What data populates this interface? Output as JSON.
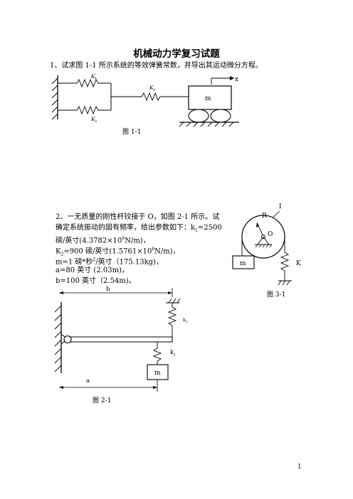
{
  "title": "机械动力学复习试题",
  "q1": {
    "text": "1、试求图 1-1 所示系统的等效弹簧常数，并导出其运动微分方程。",
    "fig_caption": "图 1-1",
    "label_k1": "K",
    "label_k1_sub": "1",
    "label_k2": "K",
    "label_k2_sub": "2",
    "label_k3": "K",
    "label_k3_sub": "3",
    "label_mass": "m",
    "label_x": "x"
  },
  "q2": {
    "lines": [
      "2、一无质量的刚性杆铰接于 O，如图 2-1 所示。试",
      "确定系统振动的固有频率，给出参数如下：k",
      "磅/英寸(4.3782×10",
      "K",
      "m=1 磅*秒",
      "a=80 英寸 (2.03m)，",
      "b=100 英寸（2.54m)。"
    ],
    "k1_val": "=2500",
    "sub1": "1",
    "exp6a": "6",
    "unit_nm_a": "N/m)，",
    "sub2": "2",
    "line4_rest": "=900 磅/英寸(1.5761×10",
    "exp6b": "6",
    "unit_nm_b": "N/m)，",
    "sup2": "2",
    "line5_rest": "/英寸（175.13kg)，",
    "fig_caption": "图 2-1",
    "label_a": "a",
    "label_b": "b",
    "label_k1": "k",
    "label_k1_sub": "1",
    "label_k2": "k",
    "label_k2_sub": "2",
    "label_mass": "m"
  },
  "q3": {
    "fig_caption": "图 3-1",
    "label_I": "I",
    "label_R": "R",
    "label_O": "O",
    "label_mass": "m",
    "label_K": "K"
  },
  "page_number": "1"
}
